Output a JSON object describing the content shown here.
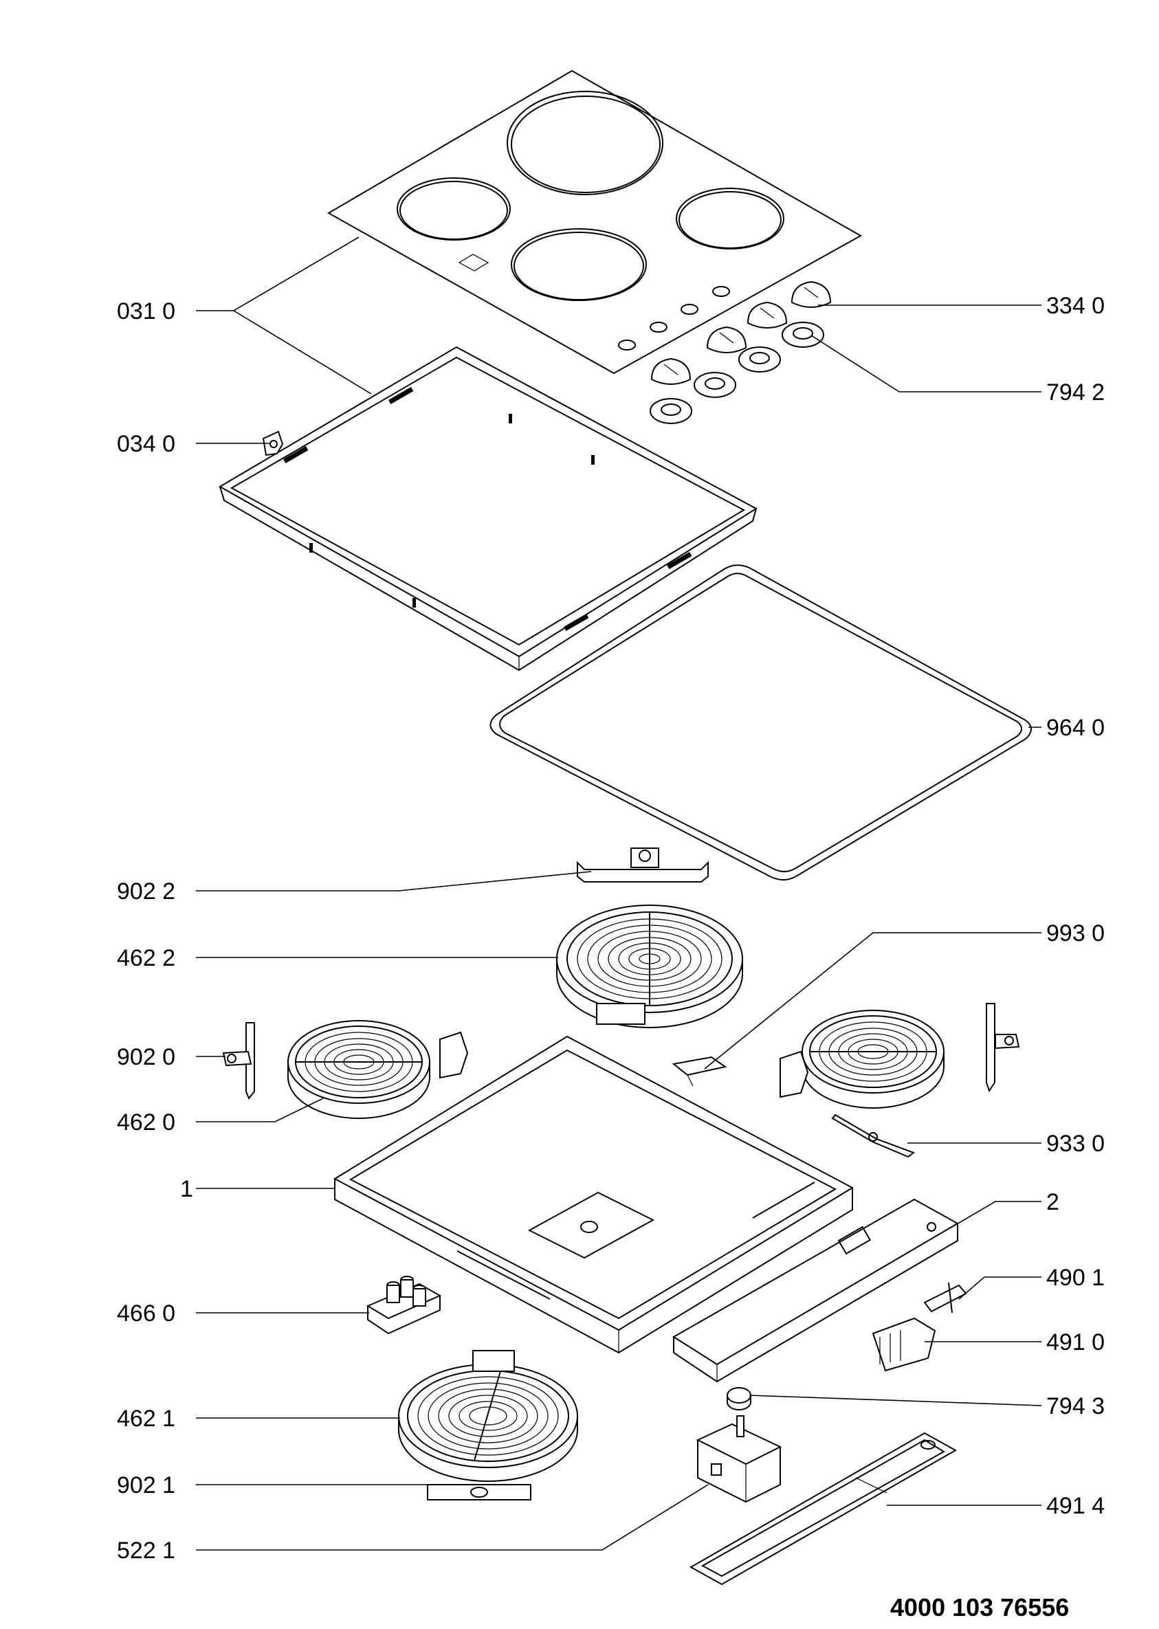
{
  "labels_left": [
    {
      "id": "l0310",
      "text": "031 0"
    },
    {
      "id": "l0340",
      "text": "034 0"
    },
    {
      "id": "l9022",
      "text": "902 2"
    },
    {
      "id": "l4622",
      "text": "462 2"
    },
    {
      "id": "l9020",
      "text": "902 0"
    },
    {
      "id": "l4620",
      "text": "462 0"
    },
    {
      "id": "l1",
      "text": "1"
    },
    {
      "id": "l4660",
      "text": "466 0"
    },
    {
      "id": "l4621",
      "text": "462 1"
    },
    {
      "id": "l9021",
      "text": "902 1"
    },
    {
      "id": "l5221",
      "text": "522 1"
    }
  ],
  "labels_right": [
    {
      "id": "r3340",
      "text": "334 0"
    },
    {
      "id": "r7942",
      "text": "794 2"
    },
    {
      "id": "r9640",
      "text": "964 0"
    },
    {
      "id": "r9930",
      "text": "993 0"
    },
    {
      "id": "r9330",
      "text": "933 0"
    },
    {
      "id": "r2",
      "text": "2"
    },
    {
      "id": "r4901",
      "text": "490 1"
    },
    {
      "id": "r4910",
      "text": "491 0"
    },
    {
      "id": "r7943",
      "text": "794 3"
    },
    {
      "id": "r4914",
      "text": "491 4"
    }
  ],
  "document_number": "4000 103 76556"
}
